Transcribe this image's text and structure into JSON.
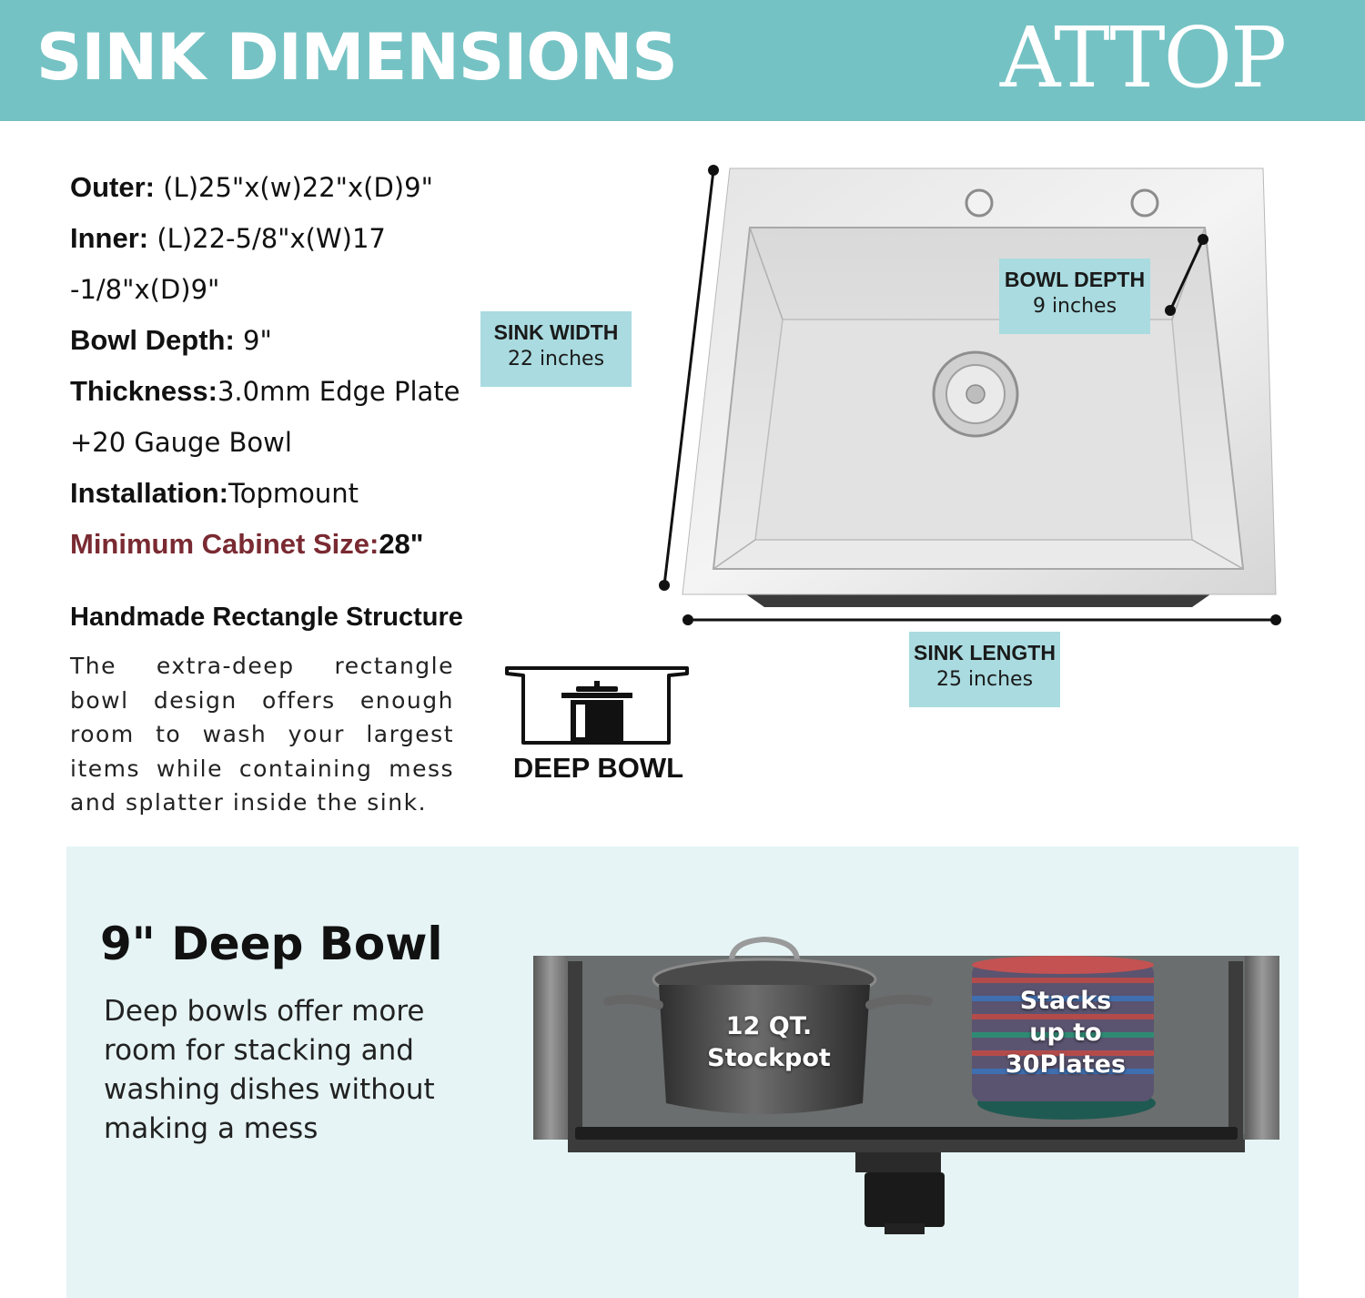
{
  "header": {
    "title": "SINK DIMENSIONS",
    "brand": "ATTOP",
    "background": "#75c2c4"
  },
  "specs": {
    "outer_label": "Outer:",
    "outer_value": "(L)25\"x(w)22\"x(D)9\"",
    "inner_label": "Inner:",
    "inner_value_line1": "(L)22-5/8\"x(W)17",
    "inner_value_line2": "-1/8\"x(D)9\"",
    "bowl_depth_label": "Bowl Depth:",
    "bowl_depth_value": "9\"",
    "thickness_label": "Thickness:",
    "thickness_value_line1": "3.0mm Edge Plate",
    "thickness_value_line2": "+20 Gauge Bowl",
    "installation_label": "Installation:",
    "installation_value": "Topmount",
    "cabinet_label": "Minimum Cabinet Size:",
    "cabinet_value": "28\"",
    "cabinet_color": "#7a2a32"
  },
  "structure": {
    "title": "Handmade Rectangle Structure",
    "body": "The extra-deep rectangle bowl design offers enough room to wash your largest items while containing mess and splatter inside the sink."
  },
  "deep_bowl_icon": {
    "icon": "pot-in-bowl-icon",
    "label": "DEEP BOWL"
  },
  "dimensions": {
    "width_title": "SINK WIDTH",
    "width_value": "22 inches",
    "depth_title": "BOWL DEPTH",
    "depth_value": "9 inches",
    "length_title": "SINK LENGTH",
    "length_value": "25 inches",
    "label_color": "#a9dbe0"
  },
  "panel": {
    "title": "9\" Deep Bowl",
    "body": "Deep bowls offer more room for stacking and washing dishes without making a mess",
    "stockpot_line1": "12 QT.",
    "stockpot_line2": "Stockpot",
    "plates_line1": "Stacks",
    "plates_line2": "up to",
    "plates_line3": "30Plates",
    "background": "#e6f4f5"
  }
}
